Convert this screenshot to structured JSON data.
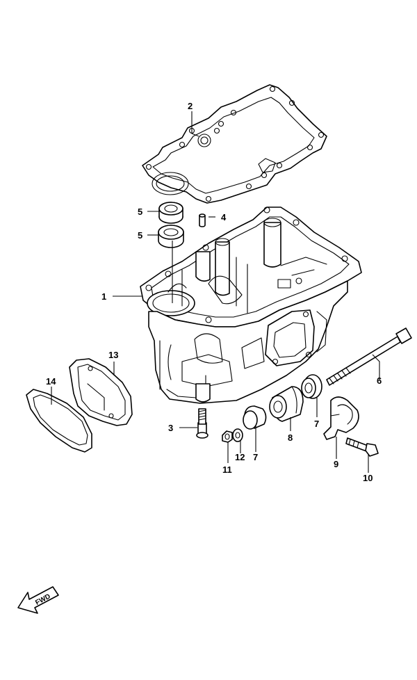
{
  "callouts": {
    "c1": "1",
    "c2": "2",
    "c3": "3",
    "c4": "4",
    "c5a": "5",
    "c5b": "5",
    "c6": "6",
    "c7a": "7",
    "c7b": "7",
    "c8": "8",
    "c9": "9",
    "c10": "10",
    "c11": "11",
    "c12": "12",
    "c13": "13",
    "c14": "14"
  },
  "fwd_label": "FWD"
}
